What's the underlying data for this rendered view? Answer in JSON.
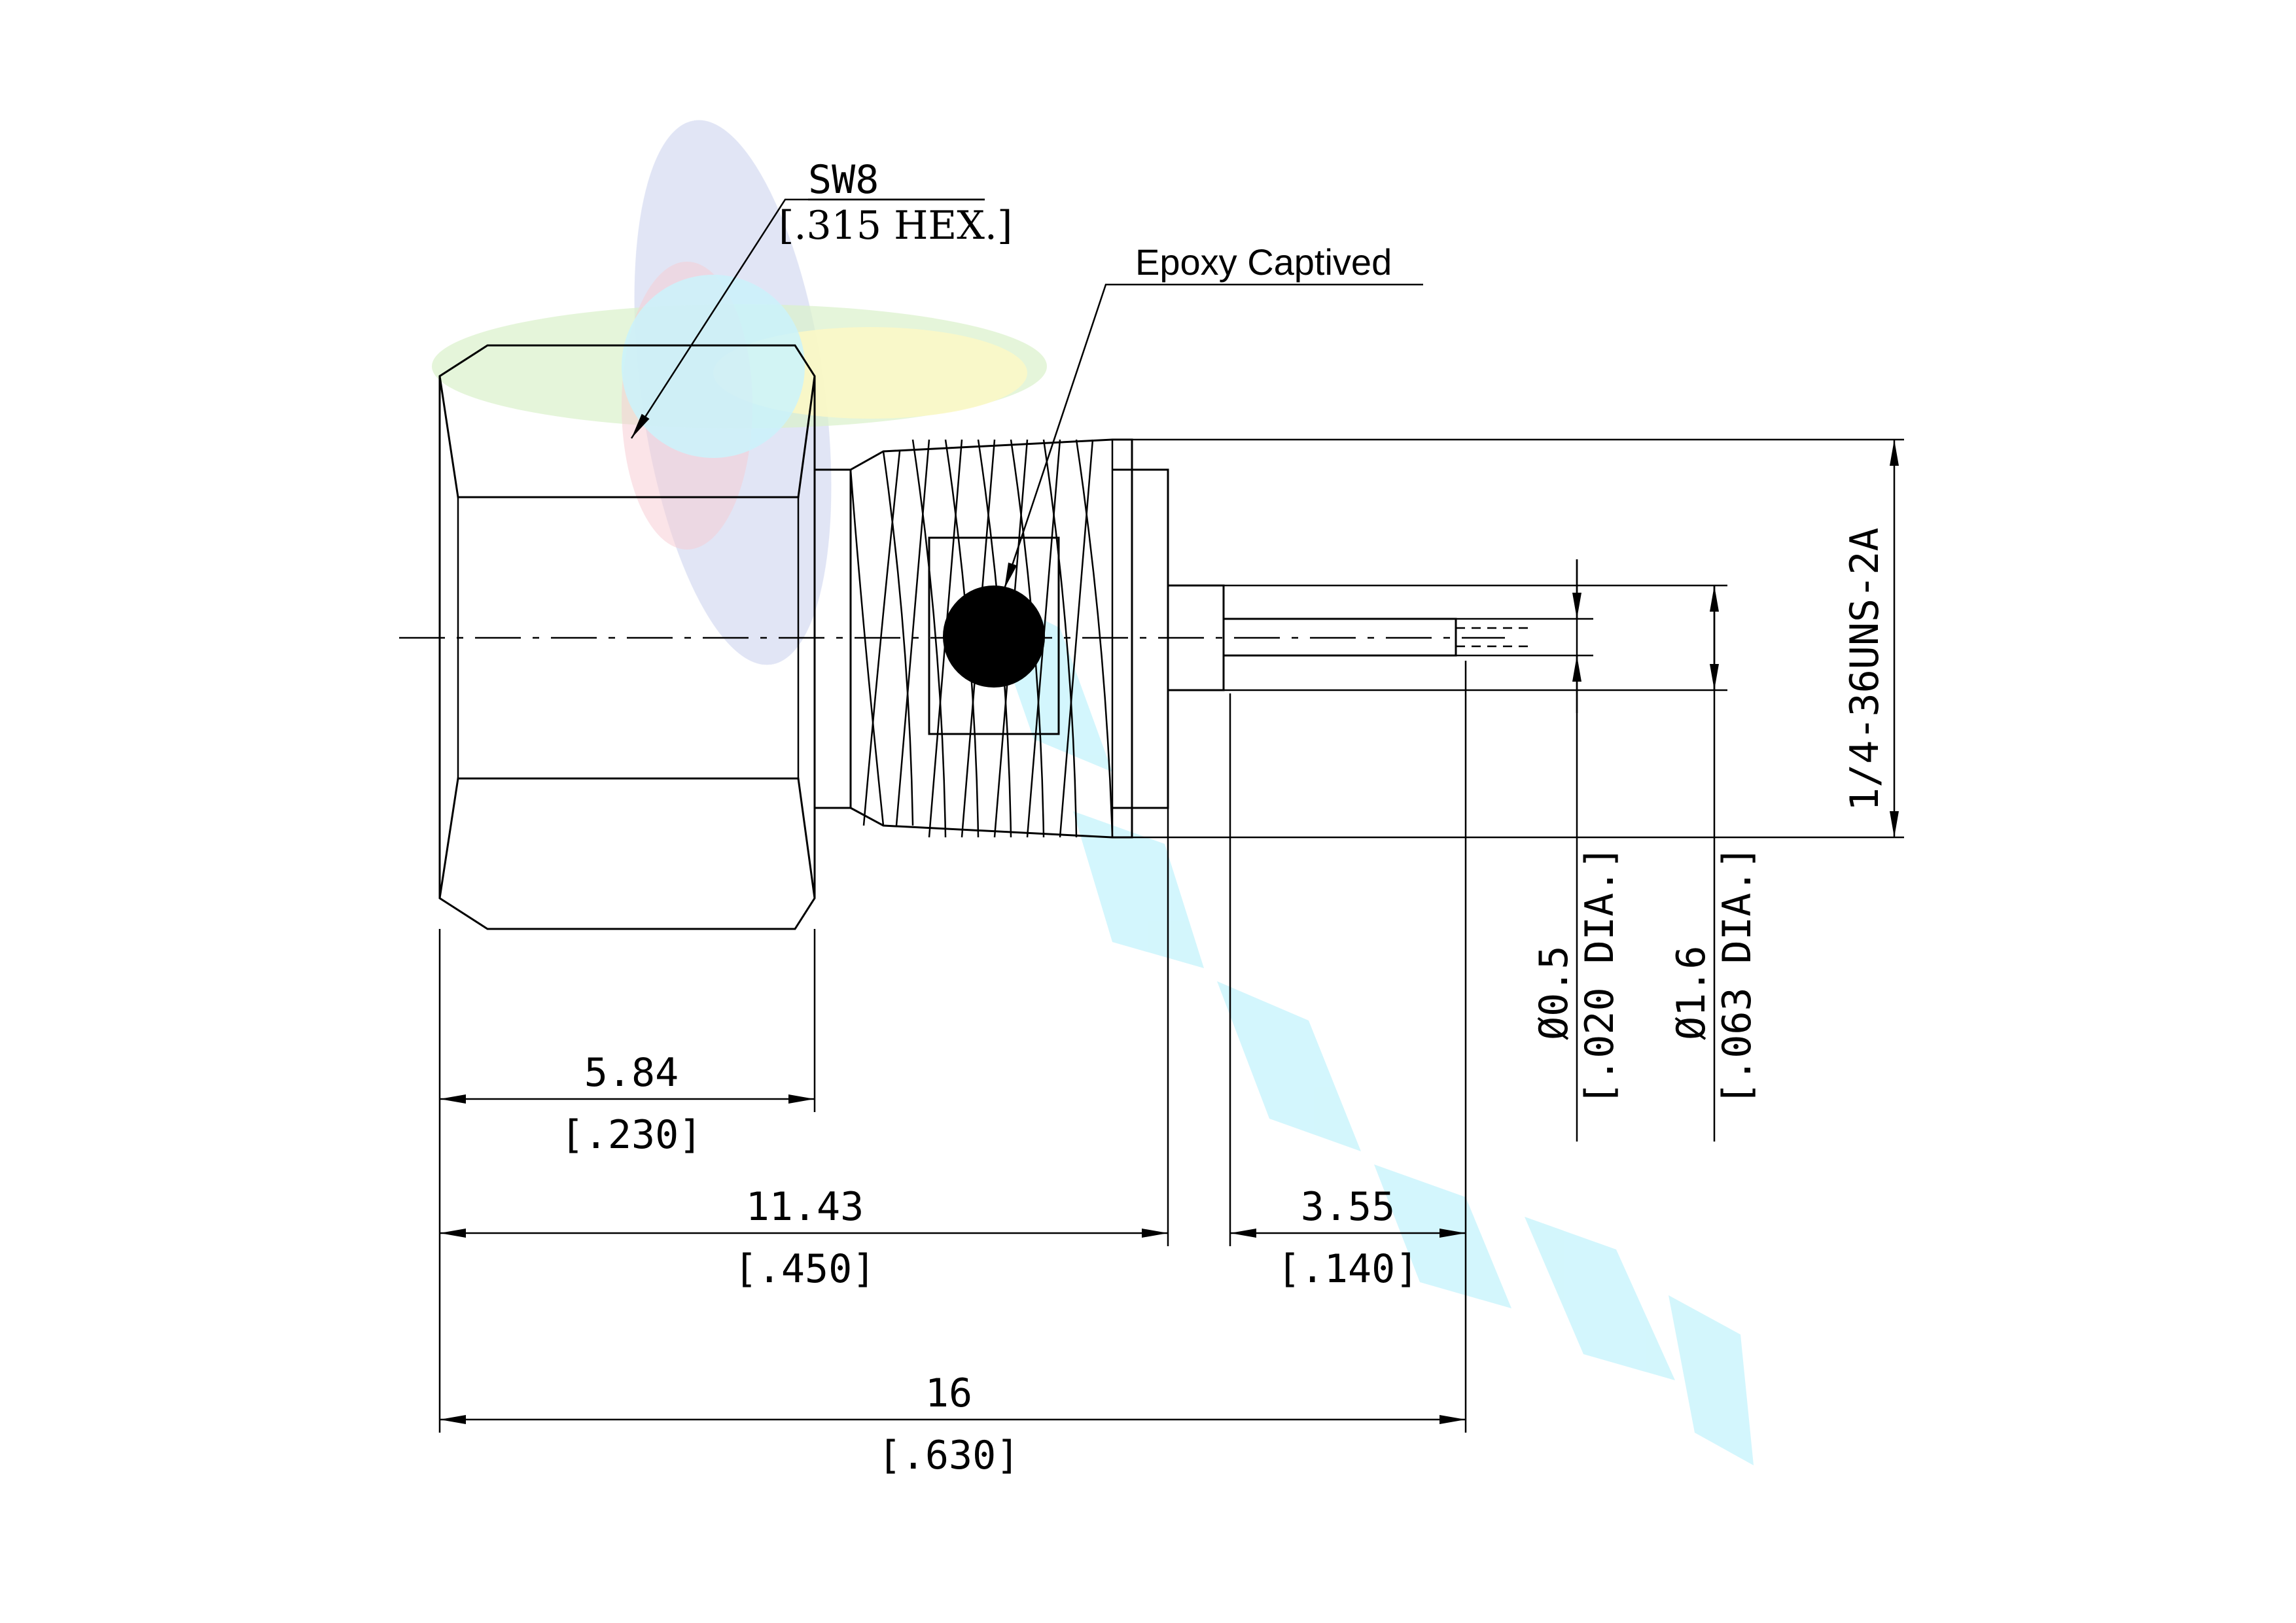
{
  "labels": {
    "hex_size": "SW8",
    "hex_size_inch": "[.315 HEX.]",
    "epoxy_note": "Epoxy Captived",
    "thread_spec": "1/4-36UNS-2A",
    "pin_dia": "Ø0.5",
    "pin_dia_inch": "[.020 DIA.]",
    "body_dia": "Ø1.6",
    "body_dia_inch": "[.063 DIA.]"
  },
  "dimensions": {
    "hex_length": {
      "value": "5.84",
      "inch": "[.230]"
    },
    "body_length": {
      "value": "11.43",
      "inch": "[.450]"
    },
    "pin_length": {
      "value": "3.55",
      "inch": "[.140]"
    },
    "overall_length": {
      "value": "16",
      "inch": "[.630]"
    }
  },
  "colors": {
    "line": "#000000",
    "watermark_cyan": "#c6f2fb",
    "watermark_yellow": "#fbf7c0",
    "watermark_green": "#d6efc4",
    "watermark_blue": "#cfd6f0"
  }
}
